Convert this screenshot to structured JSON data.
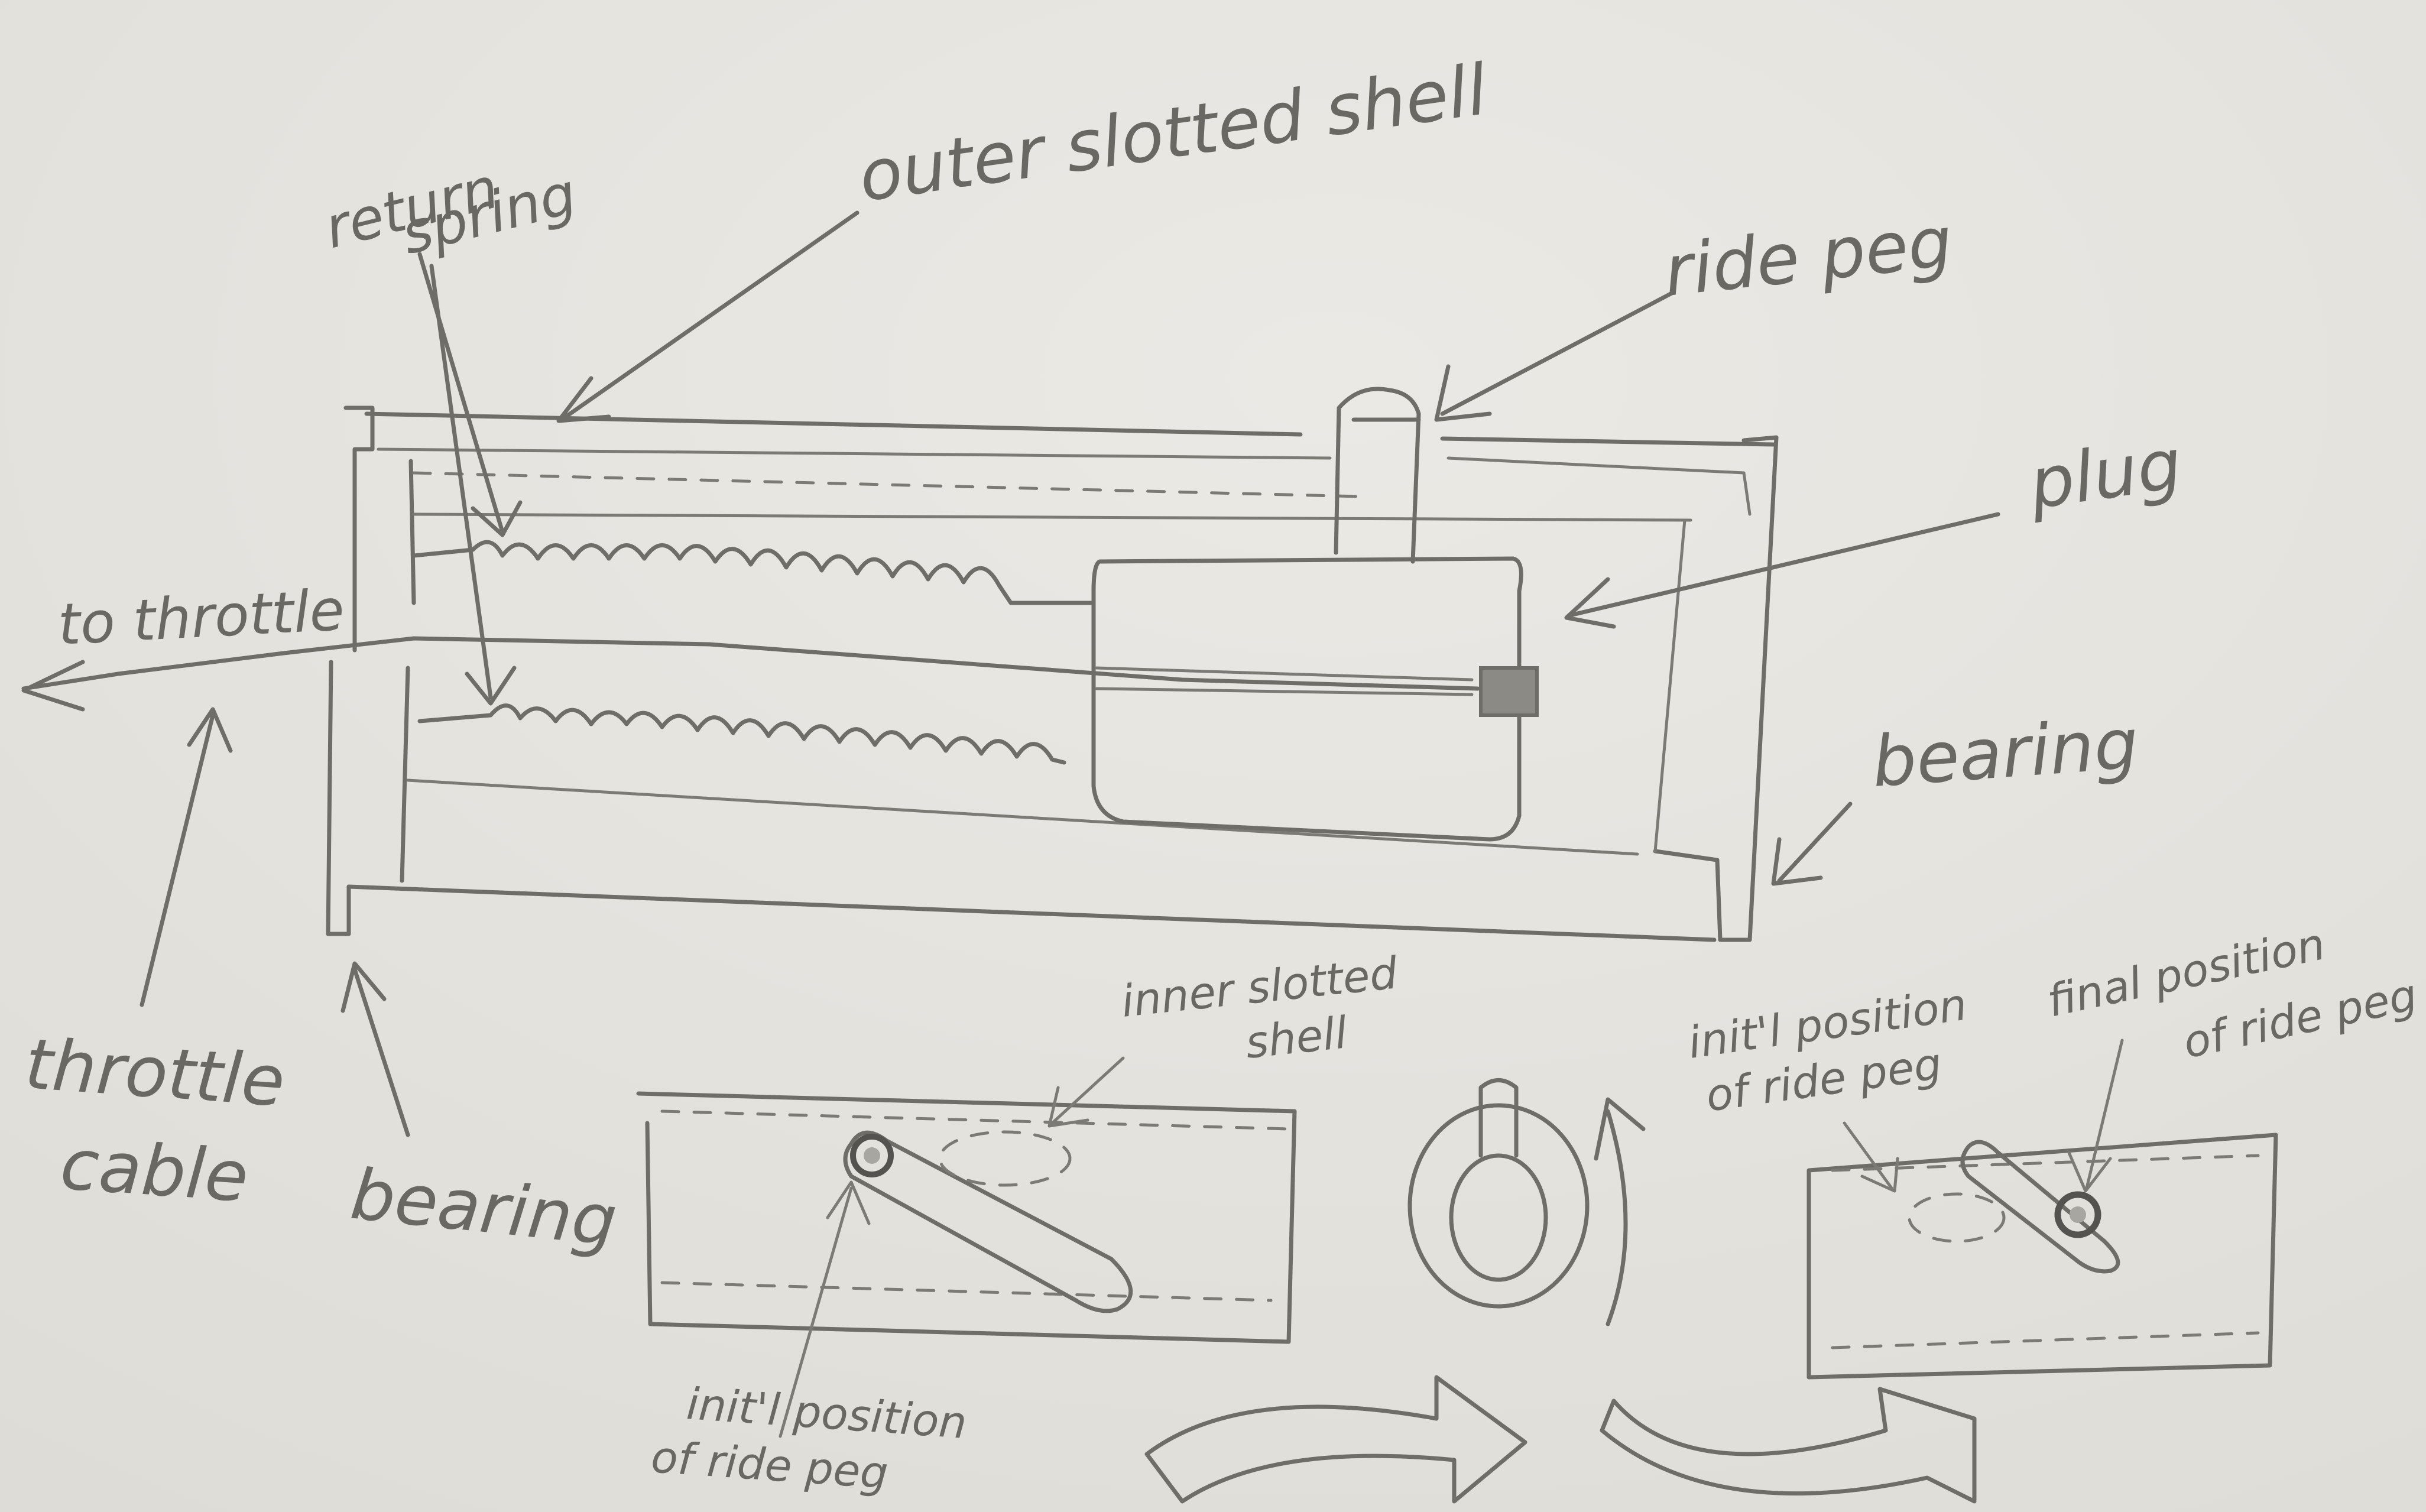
{
  "labels": {
    "outer_shell": "outer slotted shell",
    "return_spring_line1": "return",
    "return_spring_line2": "spring",
    "ride_peg": "ride peg",
    "plug": "plug",
    "to_throttle": "to throttle",
    "bearing_right": "bearing",
    "throttle_cable_line1": "throttle",
    "throttle_cable_line2": "cable",
    "bearing_left": "bearing",
    "inner_shell_line1": "inner slotted",
    "inner_shell_line2": "shell",
    "initial_pos_bottom_line1": "init'l position",
    "initial_pos_bottom_line2": "of ride peg",
    "initial_pos_right_line1": "init'l position",
    "initial_pos_right_line2": "of ride peg",
    "final_pos_line1": "final position",
    "final_pos_line2": "of ride peg"
  },
  "colors": {
    "paper": "#e9e8e3",
    "pencil": "#6f6d68"
  }
}
